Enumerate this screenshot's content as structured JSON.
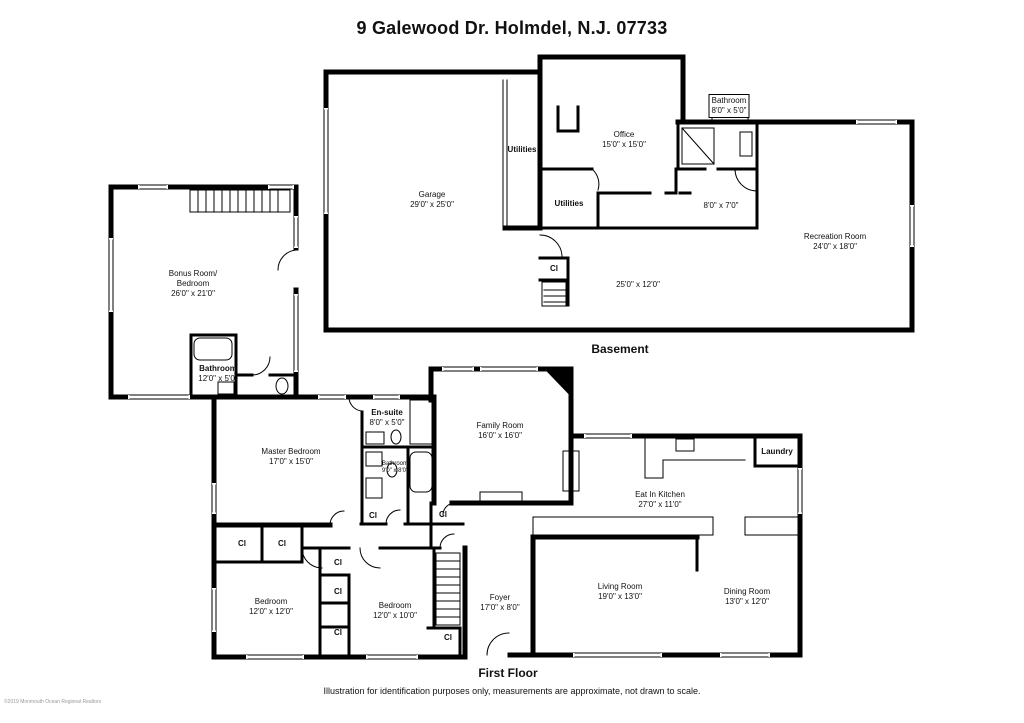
{
  "title": "9 Galewood Dr. Holmdel, N.J. 07733",
  "floors": {
    "basement": "Basement",
    "first": "First Floor"
  },
  "disclaimer": "Illustration for identification purposes only, measurements are approximate, not drawn to scale.",
  "credit": "©2019 Monmouth Ocean Regional Realtors",
  "rooms": {
    "garage": {
      "name": "Garage",
      "dims": "29'0\" x 25'0\""
    },
    "utilities_upper": {
      "name": "Utilities"
    },
    "office": {
      "name": "Office",
      "dims": "15'0\" x 15'0\""
    },
    "utilities_lower": {
      "name": "Utilities"
    },
    "basement_bath": {
      "name": "Bathroom",
      "dims": "8'0\" x 5'0\""
    },
    "basement_small": {
      "dims": "8'0\" x 7'0\""
    },
    "recreation": {
      "name": "Recreation Room",
      "dims": "24'0\" x 18'0\""
    },
    "basement_hall": {
      "dims": "25'0\" x 12'0\""
    },
    "basement_cl": {
      "name": "Cl"
    },
    "bonus": {
      "name": "Bonus Room/",
      "name2": "Bedroom",
      "dims": "26'0\" x 21'0\""
    },
    "bonus_bath": {
      "name": "Bathroom",
      "dims": "12'0\" x 5'0\""
    },
    "master": {
      "name": "Master Bedroom",
      "dims": "17'0\" x 15'0\""
    },
    "ensuite": {
      "name": "En-suite",
      "dims": "8'0\" x 5'0\""
    },
    "hall_bath": {
      "name": "Bathroom",
      "dims": "9'0\" x 8'0\""
    },
    "family": {
      "name": "Family Room",
      "dims": "16'0\" x 16'0\""
    },
    "kitchen": {
      "name": "Eat In Kitchen",
      "dims": "27'0\" x 11'0\""
    },
    "laundry": {
      "name": "Laundry"
    },
    "bedroom1": {
      "name": "Bedroom",
      "dims": "12'0\" x 12'0\""
    },
    "bedroom2": {
      "name": "Bedroom",
      "dims": "12'0\" x 10'0\""
    },
    "foyer": {
      "name": "Foyer",
      "dims": "17'0\" x 8'0\""
    },
    "living": {
      "name": "Living Room",
      "dims": "19'0\" x 13'0\""
    },
    "dining": {
      "name": "Dining Room",
      "dims": "13'0\" x 12'0\""
    }
  },
  "closet_label": "Cl"
}
